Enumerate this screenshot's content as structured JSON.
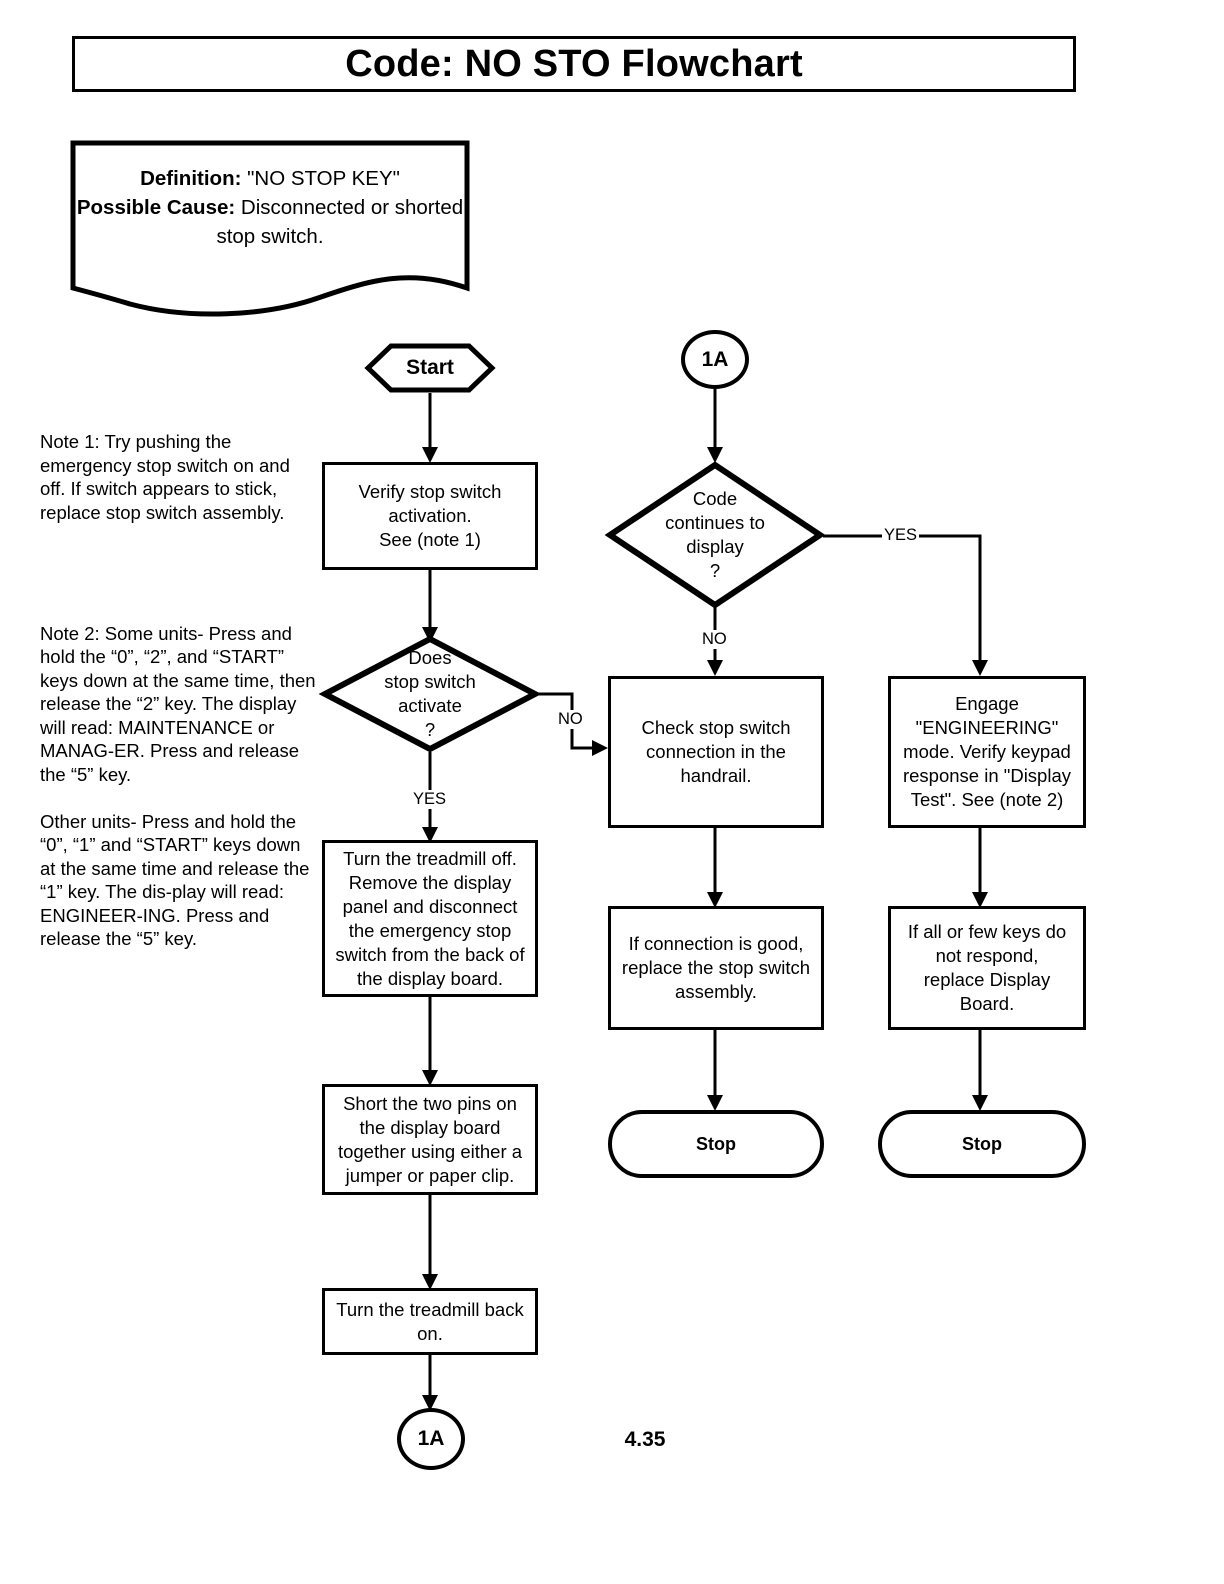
{
  "page": {
    "title": "Code: NO STO Flowchart",
    "page_number": "4.35"
  },
  "definition": {
    "definition_label": "Definition:",
    "definition_value": "\"NO STOP KEY\"",
    "cause_label": "Possible Cause:",
    "cause_value": "Disconnected or shorted stop switch."
  },
  "notes": {
    "note1": "Note 1: Try pushing the emergency stop switch on and off. If switch appears to stick, replace stop switch assembly.",
    "note2_line1": "Note 2: Some units- Press and hold the “0”, “2”, and “START” keys down at the same time, then release the “2” key. The display will read: MAINTENANCE or MANAG-",
    "note2_line2": "ER. Press and release the “5” key.",
    "note2_line3": "Other units- Press and  hold the “0”, “1” and “START” keys down at the same time and release the “1” key. The dis-",
    "note2_line4": "play will read: ENGINEER-",
    "note2_line5": "ING. Press and release the “5” key."
  },
  "chart_data": {
    "type": "flowchart",
    "nodes": [
      {
        "id": "start",
        "shape": "hexagon",
        "label": "Start"
      },
      {
        "id": "connector_1a_top",
        "shape": "circle",
        "label": "1A"
      },
      {
        "id": "verify",
        "shape": "process",
        "label": "Verify stop switch\nactivation.\nSee (note 1)"
      },
      {
        "id": "code_display",
        "shape": "decision",
        "label": "Code\ncontinues to\ndisplay\n?"
      },
      {
        "id": "does_activate",
        "shape": "decision",
        "label": "Does\nstop switch\nactivate\n?"
      },
      {
        "id": "check_conn",
        "shape": "process",
        "label": "Check stop switch\nconnection in the\nhandrail."
      },
      {
        "id": "engage_eng",
        "shape": "process",
        "label": "Engage\n\"ENGINEERING\"\nmode. Verify keypad\nresponse in \"Display\nTest\". See (note 2)"
      },
      {
        "id": "turn_off",
        "shape": "process",
        "label": "Turn the treadmill off.\nRemove the display\npanel and disconnect\nthe emergency stop\nswitch from the back of\nthe display board."
      },
      {
        "id": "conn_good",
        "shape": "process",
        "label": "If connection is good,\nreplace the stop switch\nassembly."
      },
      {
        "id": "keys_respond",
        "shape": "process",
        "label": "If all or few keys do\nnot respond,\nreplace Display\nBoard."
      },
      {
        "id": "short_pins",
        "shape": "process",
        "label": "Short the two pins on\nthe display board\ntogether using either a\njumper or paper clip."
      },
      {
        "id": "stop_mid",
        "shape": "terminator",
        "label": "Stop"
      },
      {
        "id": "stop_right",
        "shape": "terminator",
        "label": "Stop"
      },
      {
        "id": "turn_back_on",
        "shape": "process",
        "label": "Turn the treadmill back\non."
      },
      {
        "id": "connector_1a_bottom",
        "shape": "circle",
        "label": "1A"
      }
    ],
    "edges": [
      {
        "from": "start",
        "to": "verify",
        "label": ""
      },
      {
        "from": "verify",
        "to": "does_activate",
        "label": ""
      },
      {
        "from": "does_activate",
        "to": "turn_off",
        "label": "YES"
      },
      {
        "from": "does_activate",
        "to": "check_conn",
        "label": "NO"
      },
      {
        "from": "connector_1a_top",
        "to": "code_display",
        "label": ""
      },
      {
        "from": "code_display",
        "to": "check_conn",
        "label": "NO"
      },
      {
        "from": "code_display",
        "to": "engage_eng",
        "label": "YES"
      },
      {
        "from": "check_conn",
        "to": "conn_good",
        "label": ""
      },
      {
        "from": "conn_good",
        "to": "stop_mid",
        "label": ""
      },
      {
        "from": "engage_eng",
        "to": "keys_respond",
        "label": ""
      },
      {
        "from": "keys_respond",
        "to": "stop_right",
        "label": ""
      },
      {
        "from": "turn_off",
        "to": "short_pins",
        "label": ""
      },
      {
        "from": "short_pins",
        "to": "turn_back_on",
        "label": ""
      },
      {
        "from": "turn_back_on",
        "to": "connector_1a_bottom",
        "label": ""
      }
    ],
    "edge_labels": {
      "does_activate_yes": "YES",
      "does_activate_no": "NO",
      "code_display_no": "NO",
      "code_display_yes": "YES"
    },
    "colors": {
      "stroke": "#000000",
      "fill": "#ffffff"
    }
  }
}
